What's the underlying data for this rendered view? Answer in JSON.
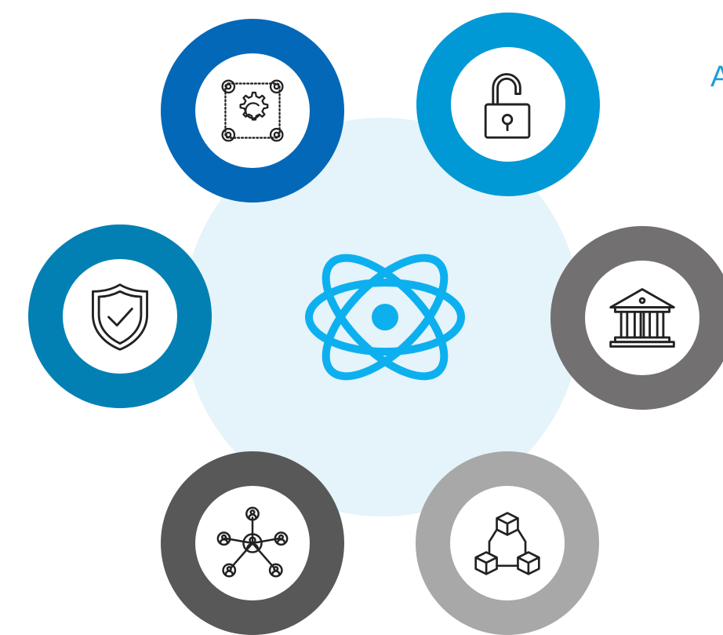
{
  "colors": {
    "hub": "#e5f3fa",
    "atom": "#0db0ef",
    "ring_top_left": "#0368b8",
    "ring_top_right": "#0099d5",
    "ring_mid_left": "#0280b3",
    "ring_mid_right": "#727070",
    "ring_bottom_left": "#585858",
    "ring_bottom_right": "#a8a8a8",
    "icon_stroke": "#222222",
    "edge_text": "#1b9fd8"
  },
  "center": {
    "icon": "atom-icon"
  },
  "nodes": [
    {
      "position": "top-left",
      "icon": "gear-network-icon"
    },
    {
      "position": "top-right",
      "icon": "unlocked-padlock-icon"
    },
    {
      "position": "middle-left",
      "icon": "shield-check-icon"
    },
    {
      "position": "middle-right",
      "icon": "bank-building-icon"
    },
    {
      "position": "bottom-left",
      "icon": "people-network-icon"
    },
    {
      "position": "bottom-right",
      "icon": "connected-blocks-icon"
    }
  ],
  "edge_text": "A"
}
